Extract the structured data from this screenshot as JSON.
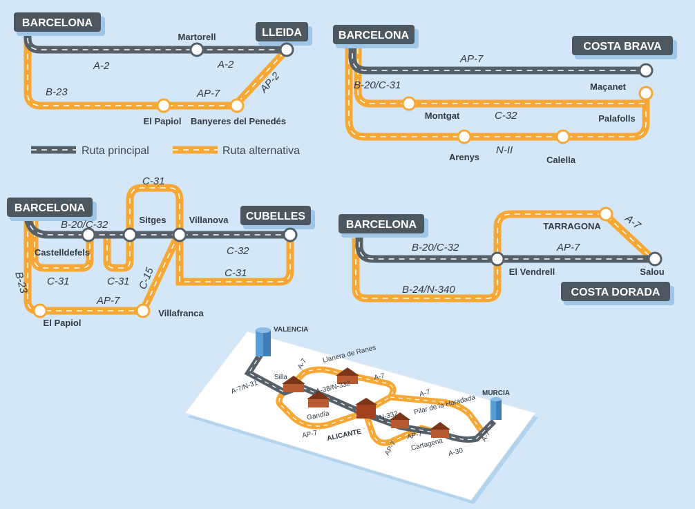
{
  "colors": {
    "background": "#d3e7f8",
    "main_road": "#566069",
    "alt_road": "#f7a734",
    "badge": "#4d5760",
    "badge_shadow": "#9fc6e6",
    "node": "#ffffff"
  },
  "legend": {
    "main": "Ruta principal",
    "alt": "Ruta alternativa"
  },
  "map1": {
    "origin": "BARCELONA",
    "destination": "LLEIDA",
    "roads": {
      "a2_left": "A-2",
      "a2_right": "A-2",
      "b23": "B-23",
      "ap7": "AP-7",
      "ap2": "AP-2"
    },
    "stops": {
      "martorell": "Martorell",
      "papiol": "El Papiol",
      "banyeres": "Banyeres del Penedés"
    }
  },
  "map2": {
    "origin": "BARCELONA",
    "destination": "COSTA BRAVA",
    "roads": {
      "ap7": "AP-7",
      "b20c31": "B-20/C-31",
      "c32": "C-32",
      "n2": "N-II"
    },
    "stops": {
      "maçanet": "Maçanet",
      "montgat": "Montgat",
      "palafolls": "Palafolls",
      "arenys": "Arenys",
      "calella": "Calella"
    }
  },
  "map3": {
    "origin": "BARCELONA",
    "destination": "CUBELLES",
    "roads": {
      "b20c32": "B-20/C-32",
      "c31_top": "C-31",
      "c31_left": "C-31",
      "c31_mid": "C-31",
      "c31_right": "C-31",
      "c32": "C-32",
      "c15": "C-15",
      "ap7": "AP-7",
      "b23": "B-23"
    },
    "stops": {
      "castelldefels": "Castelldefels",
      "sitges": "Sitges",
      "villanova": "Villanova",
      "papiol": "El Papiol",
      "villafranca": "Villafranca"
    }
  },
  "map4": {
    "origin": "BARCELONA",
    "destination": "COSTA DORADA",
    "roads": {
      "b20c32": "B-20/C-32",
      "ap7": "AP-7",
      "a7": "A-7",
      "b24": "B-24/N-340"
    },
    "stops": {
      "tarragona": "TARRAGONA",
      "vendrell": "El Vendrell",
      "salou": "Salou"
    }
  },
  "map5": {
    "origin": "VALENCIA",
    "destination": "MURCIA",
    "roads": {
      "a7n31": "A-7/N-31",
      "a7_top": "A-7",
      "a7_mid": "A-7",
      "a7_right": "A-7",
      "a7_end": "A-7",
      "a38": "A-38/N-332",
      "n332": "N-332",
      "ap7_left": "AP-7",
      "ap7_mid": "AP-7",
      "ap7_low": "AP-7",
      "a30": "A-30"
    },
    "stops": {
      "silla": "Silla",
      "llanera": "Llanera de Ranes",
      "gandia": "Gandía",
      "alicante": "ALICANTE",
      "pilar": "Pilar de la Horadada",
      "cartagena": "Cartagena"
    }
  }
}
